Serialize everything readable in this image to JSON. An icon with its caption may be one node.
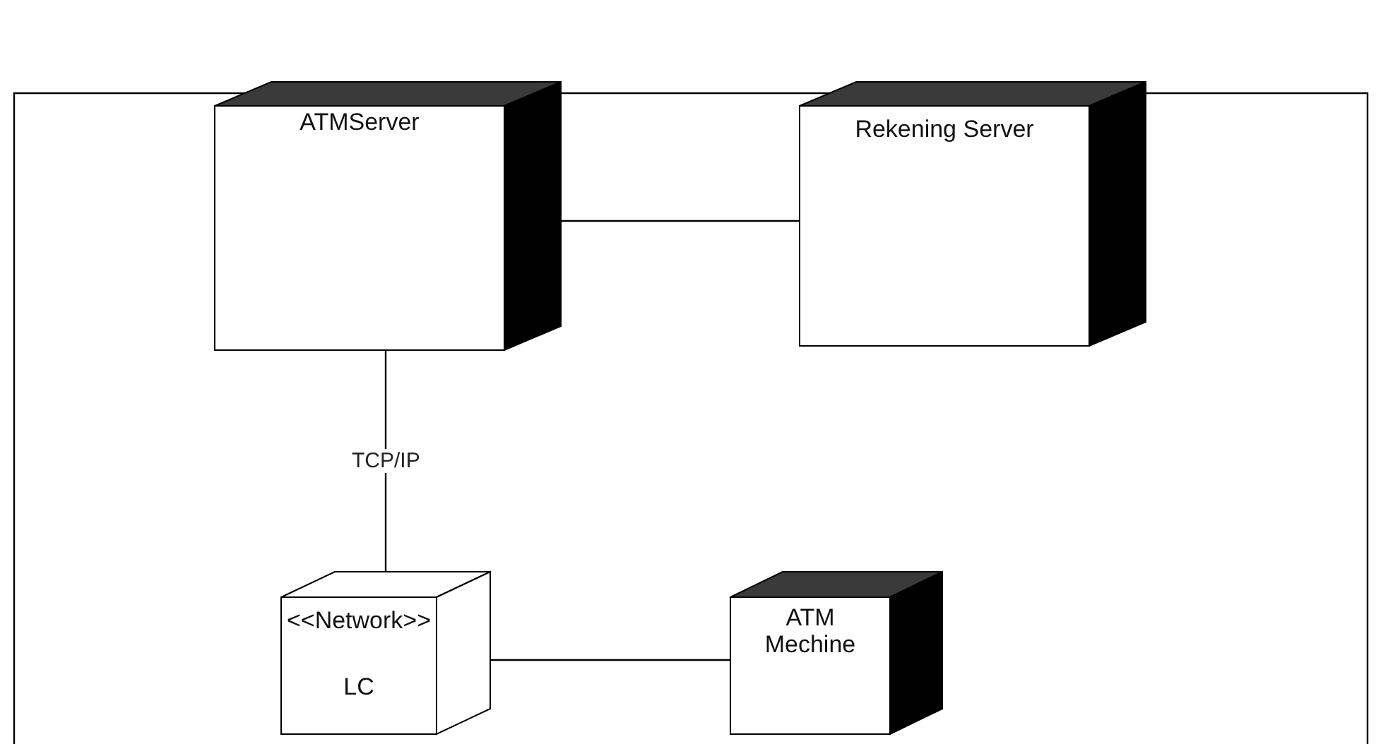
{
  "diagram": {
    "nodes": [
      {
        "text": [
          "ATMServer"
        ]
      },
      {
        "text": [
          "Rekening Server"
        ]
      },
      {
        "text": [
          "<<Network>>",
          "LC"
        ]
      },
      {
        "text": [
          "ATM Mechine"
        ]
      }
    ],
    "edges": [
      {
        "from": 0,
        "to": 1,
        "arrow": "none"
      },
      {
        "from": 0,
        "to": 2,
        "label": "TCP/IP",
        "arrow": "none"
      },
      {
        "from": 2,
        "to": 3,
        "arrow": "none"
      }
    ]
  }
}
